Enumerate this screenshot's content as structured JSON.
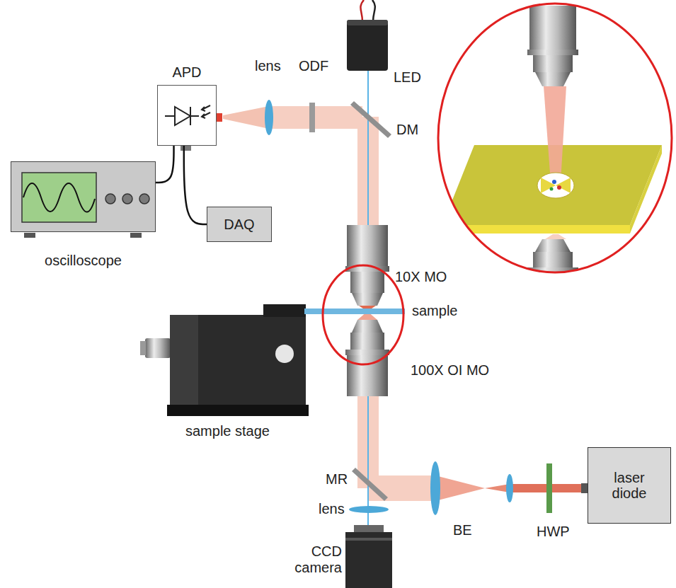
{
  "diagram": {
    "nodes": [
      {
        "text": [
          "APD"
        ]
      },
      {
        "text": [
          "oscilloscope"
        ]
      },
      {
        "text": [
          "DAQ"
        ]
      },
      {
        "text": [
          "laser diode"
        ]
      }
    ],
    "edges": [
      {
        "from": 0,
        "to": 2,
        "arrow": "none"
      },
      {
        "from": 1,
        "to": 0,
        "arrow": "none"
      }
    ],
    "labels": [
      "LED",
      "lens",
      "ODF",
      "DM",
      "10X MO",
      "sample",
      "100X OI MO",
      "sample stage",
      "MR",
      "lens",
      "BE",
      "HWP",
      "CCD camera"
    ]
  }
}
